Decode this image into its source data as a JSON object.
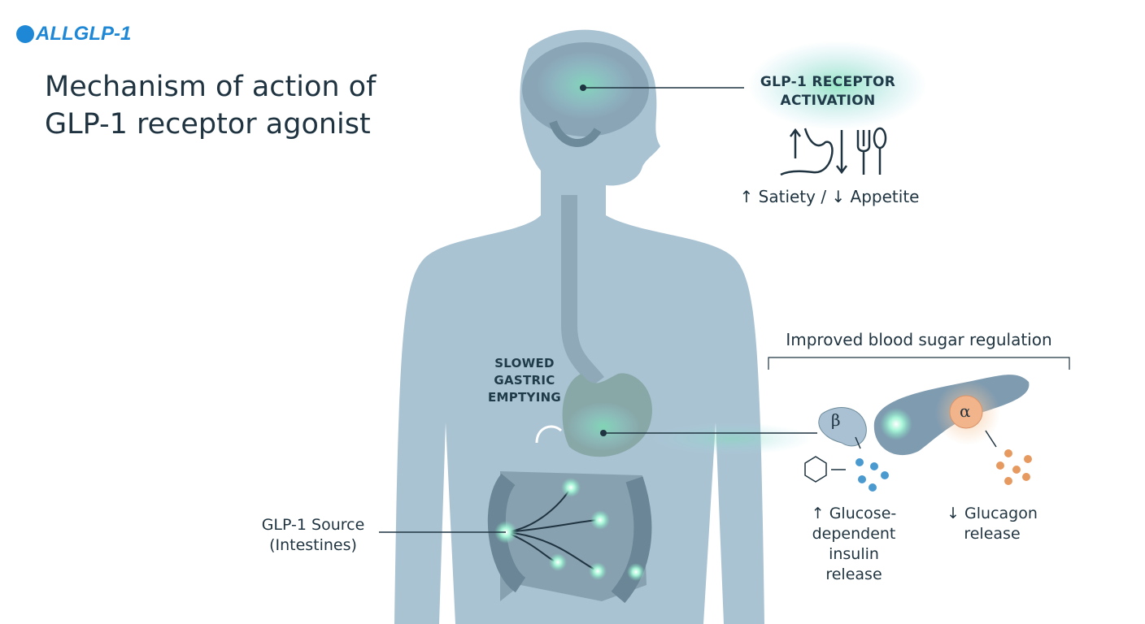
{
  "logo": {
    "text": "ALLGLP-1"
  },
  "title": "Mechanism of action of GLP-1 receptor agonist",
  "brain": {
    "label": "GLP-1 RECEPTOR ACTIVATION",
    "effect": "↑ Satiety / ↓ Appetite"
  },
  "stomach": {
    "label": "SLOWED GASTRIC EMPTYING"
  },
  "intestines": {
    "label_line1": "GLP-1 Source",
    "label_line2": "(Intestines)"
  },
  "pancreas": {
    "heading": "Improved blood sugar regulation",
    "beta_symbol": "β",
    "alpha_symbol": "α",
    "insulin_label": "↑ Glucose-dependent insulin release",
    "glucagon_label": "↓ Glucagon release"
  },
  "colors": {
    "body": "#aac3d3",
    "glow": "#7fe0c0",
    "alpha": "#f0a878",
    "insulin": "#4a9ad0"
  }
}
